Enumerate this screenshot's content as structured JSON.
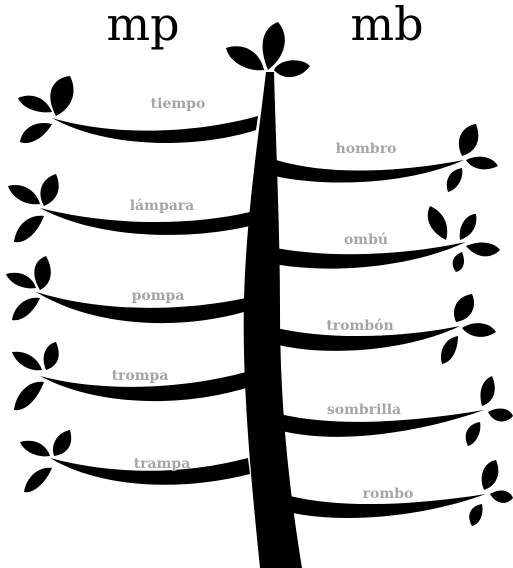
{
  "headers": {
    "left": "mp",
    "right": "mb"
  },
  "words": {
    "left": [
      "tiempo",
      "lámpara",
      "pompa",
      "trompa",
      "trampa"
    ],
    "right": [
      "hombro",
      "ombú",
      "trombón",
      "sombrilla",
      "rombo"
    ]
  },
  "colors": {
    "tree": "#000000",
    "word_text": "#a6a6a6",
    "background": "#ffffff"
  }
}
